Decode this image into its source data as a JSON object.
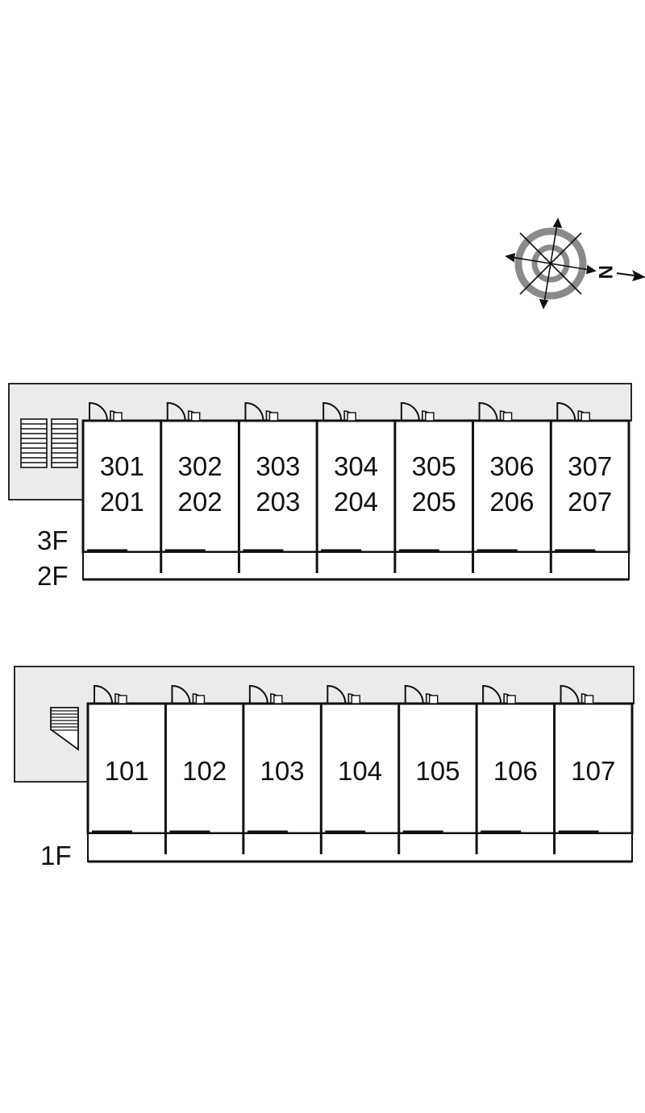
{
  "compass": {
    "north_letter": "N",
    "icon": "compass-rose-icon"
  },
  "upper_block": {
    "floor_labels": [
      "3F",
      "2F"
    ],
    "units": [
      {
        "top": "301",
        "bottom": "201"
      },
      {
        "top": "302",
        "bottom": "202"
      },
      {
        "top": "303",
        "bottom": "203"
      },
      {
        "top": "304",
        "bottom": "204"
      },
      {
        "top": "305",
        "bottom": "205"
      },
      {
        "top": "306",
        "bottom": "206"
      },
      {
        "top": "307",
        "bottom": "207"
      }
    ],
    "stair_icon": "stairs-icon"
  },
  "lower_block": {
    "floor_labels": [
      "1F"
    ],
    "units": [
      {
        "top": "101"
      },
      {
        "top": "102"
      },
      {
        "top": "103"
      },
      {
        "top": "104"
      },
      {
        "top": "105"
      },
      {
        "top": "106"
      },
      {
        "top": "107"
      }
    ],
    "stair_icon": "stairs-icon"
  },
  "colors": {
    "corridor": "#ebebeb",
    "line": "#111111",
    "compass_ring": "#8a8a8a"
  }
}
